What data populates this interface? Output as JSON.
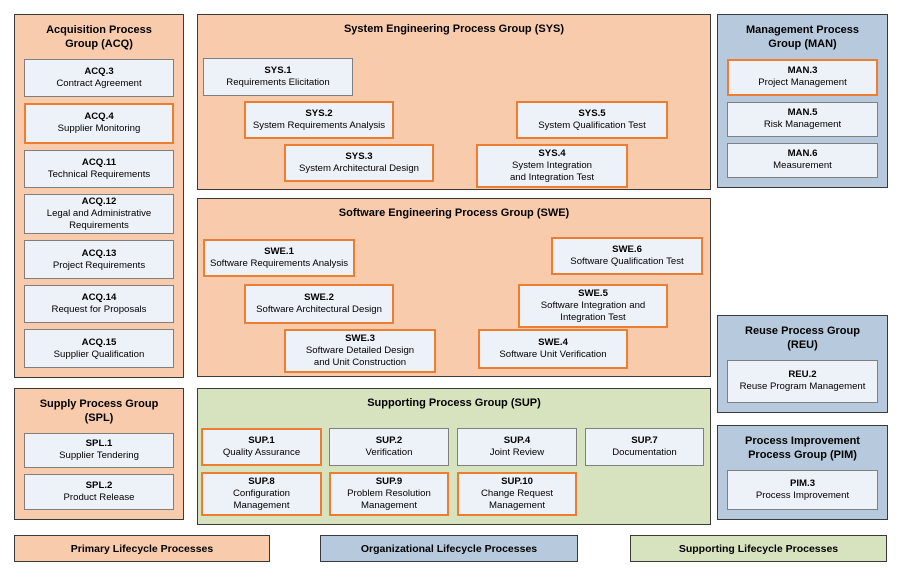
{
  "diagram": {
    "colors": {
      "primary": "#f8cbad",
      "organizational": "#b7c9dc",
      "supporting": "#d7e2be",
      "highlight": "#ed7d31",
      "box_fill": "#edf1f8",
      "box_border": "#7f7f7f"
    },
    "groups": [
      {
        "id": "acq",
        "title": "Acquisition Process Group (ACQ)",
        "category": "primary",
        "boxes": [
          {
            "code": "ACQ.3",
            "name": "Contract Agreement",
            "highlighted": false
          },
          {
            "code": "ACQ.4",
            "name": "Supplier Monitoring",
            "highlighted": true
          },
          {
            "code": "ACQ.11",
            "name": "Technical Requirements",
            "highlighted": false
          },
          {
            "code": "ACQ.12",
            "name": "Legal and Administrative Requirements",
            "highlighted": false
          },
          {
            "code": "ACQ.13",
            "name": "Project Requirements",
            "highlighted": false
          },
          {
            "code": "ACQ.14",
            "name": "Request for Proposals",
            "highlighted": false
          },
          {
            "code": "ACQ.15",
            "name": "Supplier Qualification",
            "highlighted": false
          }
        ]
      },
      {
        "id": "spl",
        "title": "Supply Process Group (SPL)",
        "category": "primary",
        "boxes": [
          {
            "code": "SPL.1",
            "name": "Supplier Tendering",
            "highlighted": false
          },
          {
            "code": "SPL.2",
            "name": "Product Release",
            "highlighted": false
          }
        ]
      },
      {
        "id": "sys",
        "title": "System Engineering Process Group (SYS)",
        "category": "primary",
        "boxes": [
          {
            "code": "SYS.1",
            "name": "Requirements Elicitation",
            "highlighted": false
          },
          {
            "code": "SYS.2",
            "name": "System Requirements Analysis",
            "highlighted": true
          },
          {
            "code": "SYS.3",
            "name": "System Architectural Design",
            "highlighted": true
          },
          {
            "code": "SYS.4",
            "name": "System Integration and Integration Test",
            "highlighted": true
          },
          {
            "code": "SYS.5",
            "name": "System Qualification Test",
            "highlighted": true
          }
        ]
      },
      {
        "id": "swe",
        "title": "Software Engineering Process Group (SWE)",
        "category": "primary",
        "boxes": [
          {
            "code": "SWE.1",
            "name": "Software Requirements Analysis",
            "highlighted": true
          },
          {
            "code": "SWE.2",
            "name": "Software Architectural Design",
            "highlighted": true
          },
          {
            "code": "SWE.3",
            "name": "Software Detailed Design and Unit Construction",
            "highlighted": true
          },
          {
            "code": "SWE.4",
            "name": "Software Unit Verification",
            "highlighted": true
          },
          {
            "code": "SWE.5",
            "name": "Software Integration and Integration Test",
            "highlighted": true
          },
          {
            "code": "SWE.6",
            "name": "Software Qualification Test",
            "highlighted": true
          }
        ]
      },
      {
        "id": "sup",
        "title": "Supporting Process Group (SUP)",
        "category": "supporting",
        "boxes": [
          {
            "code": "SUP.1",
            "name": "Quality Assurance",
            "highlighted": true
          },
          {
            "code": "SUP.2",
            "name": "Verification",
            "highlighted": false
          },
          {
            "code": "SUP.4",
            "name": "Joint Review",
            "highlighted": false
          },
          {
            "code": "SUP.7",
            "name": "Documentation",
            "highlighted": false
          },
          {
            "code": "SUP.8",
            "name": "Configuration Management",
            "highlighted": true
          },
          {
            "code": "SUP.9",
            "name": "Problem Resolution Management",
            "highlighted": true
          },
          {
            "code": "SUP.10",
            "name": "Change Request Management",
            "highlighted": true
          }
        ]
      },
      {
        "id": "man",
        "title": "Management Process Group (MAN)",
        "category": "organizational",
        "boxes": [
          {
            "code": "MAN.3",
            "name": "Project Management",
            "highlighted": true
          },
          {
            "code": "MAN.5",
            "name": "Risk Management",
            "highlighted": false
          },
          {
            "code": "MAN.6",
            "name": "Measurement",
            "highlighted": false
          }
        ]
      },
      {
        "id": "reu",
        "title": "Reuse Process Group (REU)",
        "category": "organizational",
        "boxes": [
          {
            "code": "REU.2",
            "name": "Reuse Program Management",
            "highlighted": false
          }
        ]
      },
      {
        "id": "pim",
        "title": "Process Improvement Process Group (PIM)",
        "category": "organizational",
        "boxes": [
          {
            "code": "PIM.3",
            "name": "Process Improvement",
            "highlighted": false
          }
        ]
      }
    ],
    "legend": [
      {
        "id": "primary",
        "label": "Primary Lifecycle Processes",
        "color": "#f8cbad"
      },
      {
        "id": "organizational",
        "label": "Organizational Lifecycle Processes",
        "color": "#b7c9dc"
      },
      {
        "id": "supporting",
        "label": "Supporting Lifecycle Processes",
        "color": "#d7e2be"
      }
    ]
  }
}
